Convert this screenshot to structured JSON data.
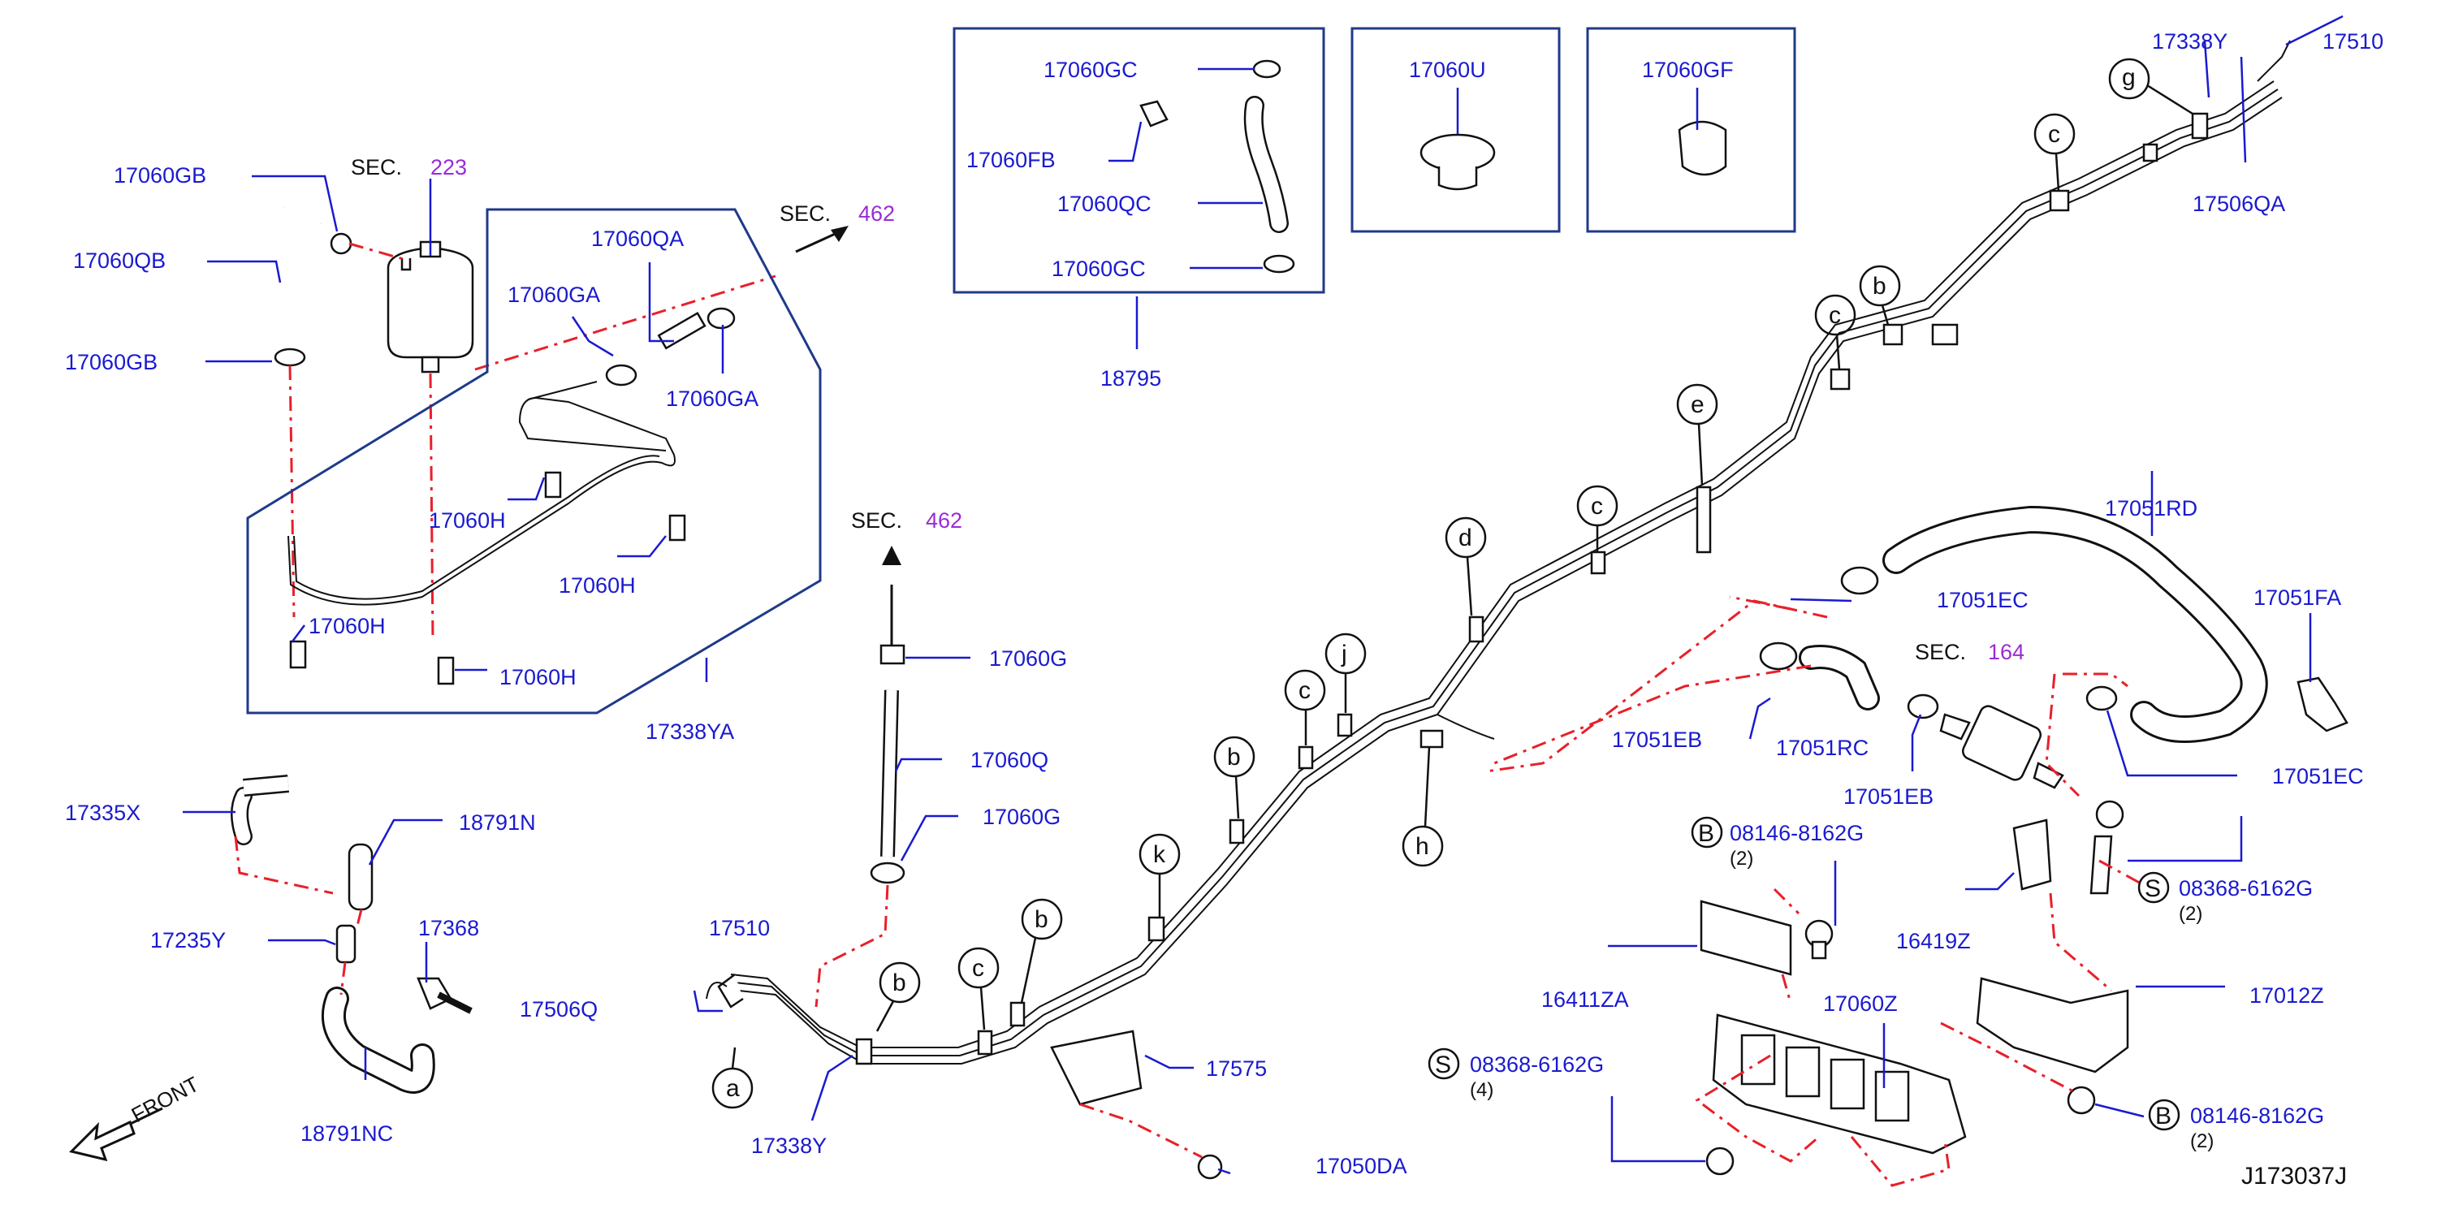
{
  "colors": {
    "part_label": "#1a1ad0",
    "section_ref": "#9a2bd6",
    "dash_line": "#e8202a",
    "frame": "#1f3a8a",
    "ink": "#111111"
  },
  "diagram_id": "J173037J",
  "front_indicator": "FRONT",
  "section_refs": [
    {
      "prefix": "SEC.",
      "number": "223"
    },
    {
      "prefix": "SEC.",
      "number": "462"
    },
    {
      "prefix": "SEC.",
      "number": "462"
    },
    {
      "prefix": "SEC.",
      "number": "164"
    }
  ],
  "detail_boxes": [
    {
      "labels": [
        "17060GC",
        "17060FB",
        "17060QC",
        "17060GC"
      ],
      "caption": "18795"
    },
    {
      "labels": [
        "17060U"
      ]
    },
    {
      "labels": [
        "17060GF"
      ]
    }
  ],
  "group_caption": "17338YA",
  "parts": [
    "17060GB",
    "17060QB",
    "17060GB",
    "17060QA",
    "17060GA",
    "17060GA",
    "17060H",
    "17060H",
    "17060H",
    "17060H",
    "17335X",
    "18791N",
    "17235Y",
    "17368",
    "18791NC",
    "17060G",
    "17060Q",
    "17060G",
    "17510",
    "17506Q",
    "17338Y",
    "17575",
    "17050DA",
    "17338Y",
    "17510",
    "17506QA",
    "17051RD",
    "17051EC",
    "17051FA",
    "17051EB",
    "17051RC",
    "17051EB",
    "17051EC",
    "08146-8162G",
    "08368-6162G",
    "16419Z",
    "16411ZA",
    "17060Z",
    "17012Z",
    "08368-6162G",
    "08146-8162G"
  ],
  "fastener_refs": [
    {
      "letter": "B",
      "part": "08146-8162G",
      "qty": "(2)"
    },
    {
      "letter": "S",
      "part": "08368-6162G",
      "qty": "(2)"
    },
    {
      "letter": "S",
      "part": "08368-6162G",
      "qty": "(4)"
    },
    {
      "letter": "B",
      "part": "08146-8162G",
      "qty": "(2)"
    }
  ],
  "clip_refs": [
    "a",
    "b",
    "c",
    "b",
    "k",
    "b",
    "c",
    "j",
    "d",
    "h",
    "c",
    "e",
    "c",
    "b",
    "c",
    "g"
  ]
}
